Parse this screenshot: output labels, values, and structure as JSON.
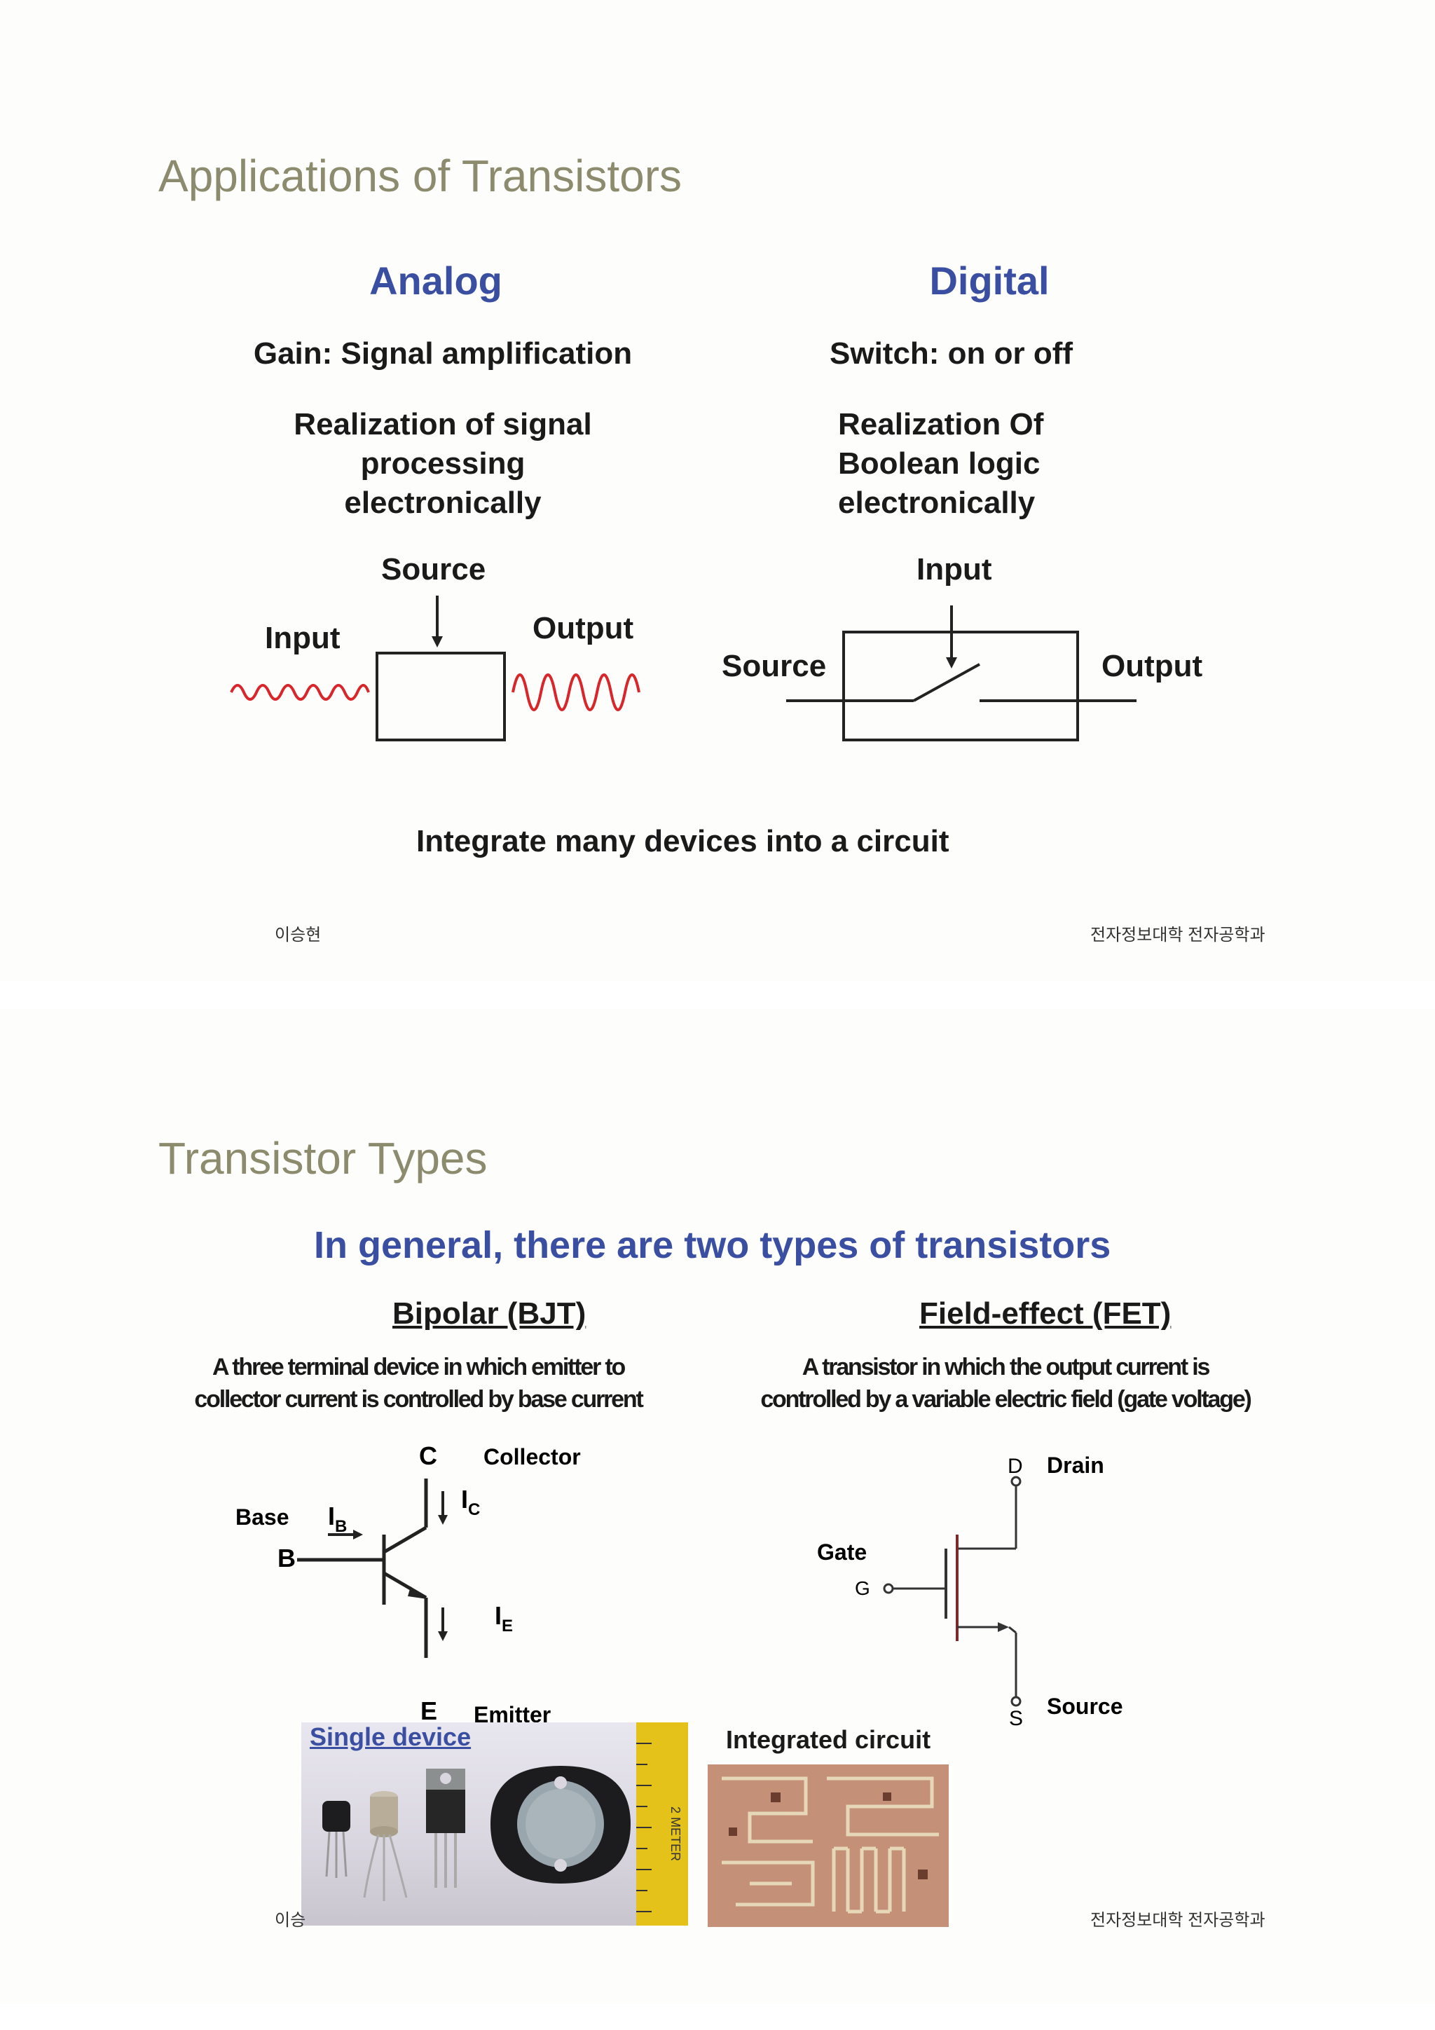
{
  "slide1": {
    "title": "Applications of Transistors",
    "analog": {
      "heading": "Analog",
      "gain": "Gain: Signal amplification",
      "realization_lines": [
        "Realization of signal",
        "processing",
        "electronically"
      ],
      "source_label": "Source",
      "input_label": "Input",
      "output_label": "Output"
    },
    "digital": {
      "heading": "Digital",
      "switch": "Switch: on or off",
      "realization_lines": [
        "Realization Of",
        "Boolean logic",
        "electronically"
      ],
      "input_label": "Input",
      "source_label": "Source",
      "output_label": "Output"
    },
    "integrate": "Integrate many devices into a circuit",
    "footer_left": "이승현",
    "footer_right": "전자정보대학 전자공학과"
  },
  "slide2": {
    "title": "Transistor Types",
    "subtitle": "In general, there are two types of transistors",
    "bjt": {
      "heading": "Bipolar (BJT)",
      "desc_lines": [
        "A three terminal device in which emitter to",
        "collector current is controlled by base  current"
      ],
      "c": "C",
      "collector": "Collector",
      "base": "Base",
      "b": "B",
      "ib": "I",
      "ib_sub": "B",
      "ic": "I",
      "ic_sub": "C",
      "ie": "I",
      "ie_sub": "E",
      "e": "E",
      "emitter": "Emitter"
    },
    "fet": {
      "heading": "Field-effect (FET)",
      "desc_lines": [
        "A transistor in which the output current is",
        "controlled by a variable electric field (gate   voltage)"
      ],
      "d": "D",
      "drain": "Drain",
      "gate": "Gate",
      "g": "G",
      "s": "S",
      "source": "Source"
    },
    "single_device": "Single device",
    "ruler_text": "2 METER",
    "integrated_circuit": "Integrated circuit",
    "footer_left": "이승",
    "footer_right": "전자정보대학 전자공학과"
  },
  "colors": {
    "title": "#8d8b6e",
    "heading_blue": "#3a4fa1",
    "wave_red": "#d9262b"
  }
}
